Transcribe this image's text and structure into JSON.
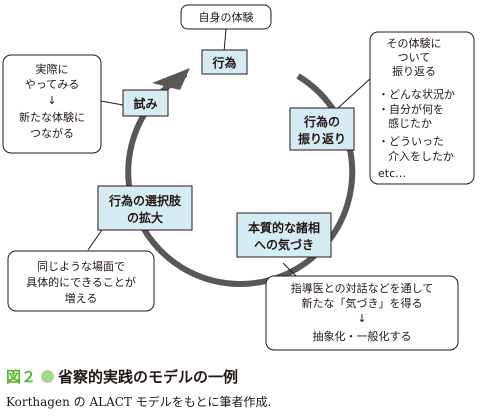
{
  "stages": {
    "action": "行為",
    "reflection": [
      "行為の",
      "振り返り"
    ],
    "awareness": [
      "本質的な諸相",
      "への気づき"
    ],
    "options": [
      "行為の選択肢",
      "の拡大"
    ],
    "trial": "試み"
  },
  "callouts": {
    "top": "自身の体験",
    "right": [
      "その体験に",
      "ついて",
      "振り返る",
      "・どんな状況か",
      "・自分が何を",
      "感じたか",
      "・どういった",
      "介入をしたか",
      "etc…"
    ],
    "bottom_right": [
      "指導医との対話などを通して",
      "新たな「気づき」を得る",
      "↓",
      "抽象化・一般化する"
    ],
    "bottom_left": [
      "同じような場面で",
      "具体的にできることが",
      "増える"
    ],
    "top_left": [
      "実際に",
      "やってみる",
      "↓",
      "新たな体験に",
      "つながる"
    ]
  },
  "figure": {
    "number": "図２",
    "title": "省察的実践のモデルの一例",
    "caption": "Korthagen の ALACT モデルをもとに筆者作成."
  },
  "colors": {
    "stage_fill": "#d6ecf5",
    "cycle": "#595757",
    "figure_number": "#5bb531",
    "figure_dot": "#a8d78f"
  }
}
